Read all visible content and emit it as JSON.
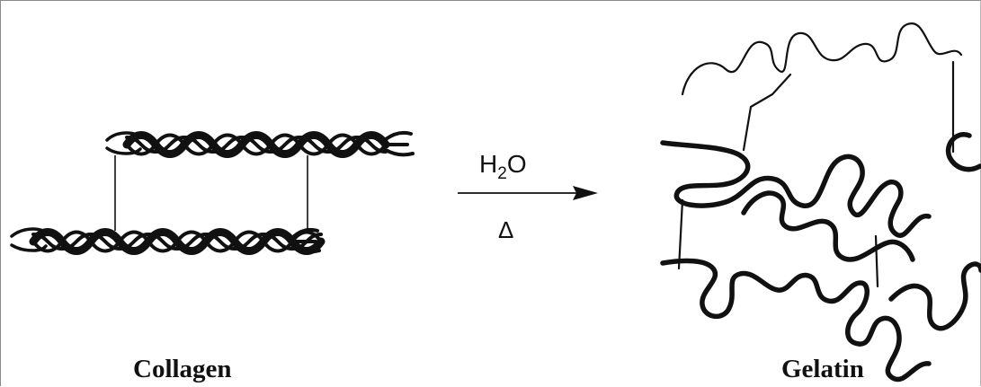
{
  "labels": {
    "left": "Collagen",
    "right": "Gelatin"
  },
  "reaction": {
    "above_arrow_main": "H",
    "above_arrow_subscript": "2",
    "above_arrow_tail": "O",
    "below_arrow": "Δ"
  },
  "colors": {
    "ink": "#111111",
    "background": "#ffffff"
  }
}
